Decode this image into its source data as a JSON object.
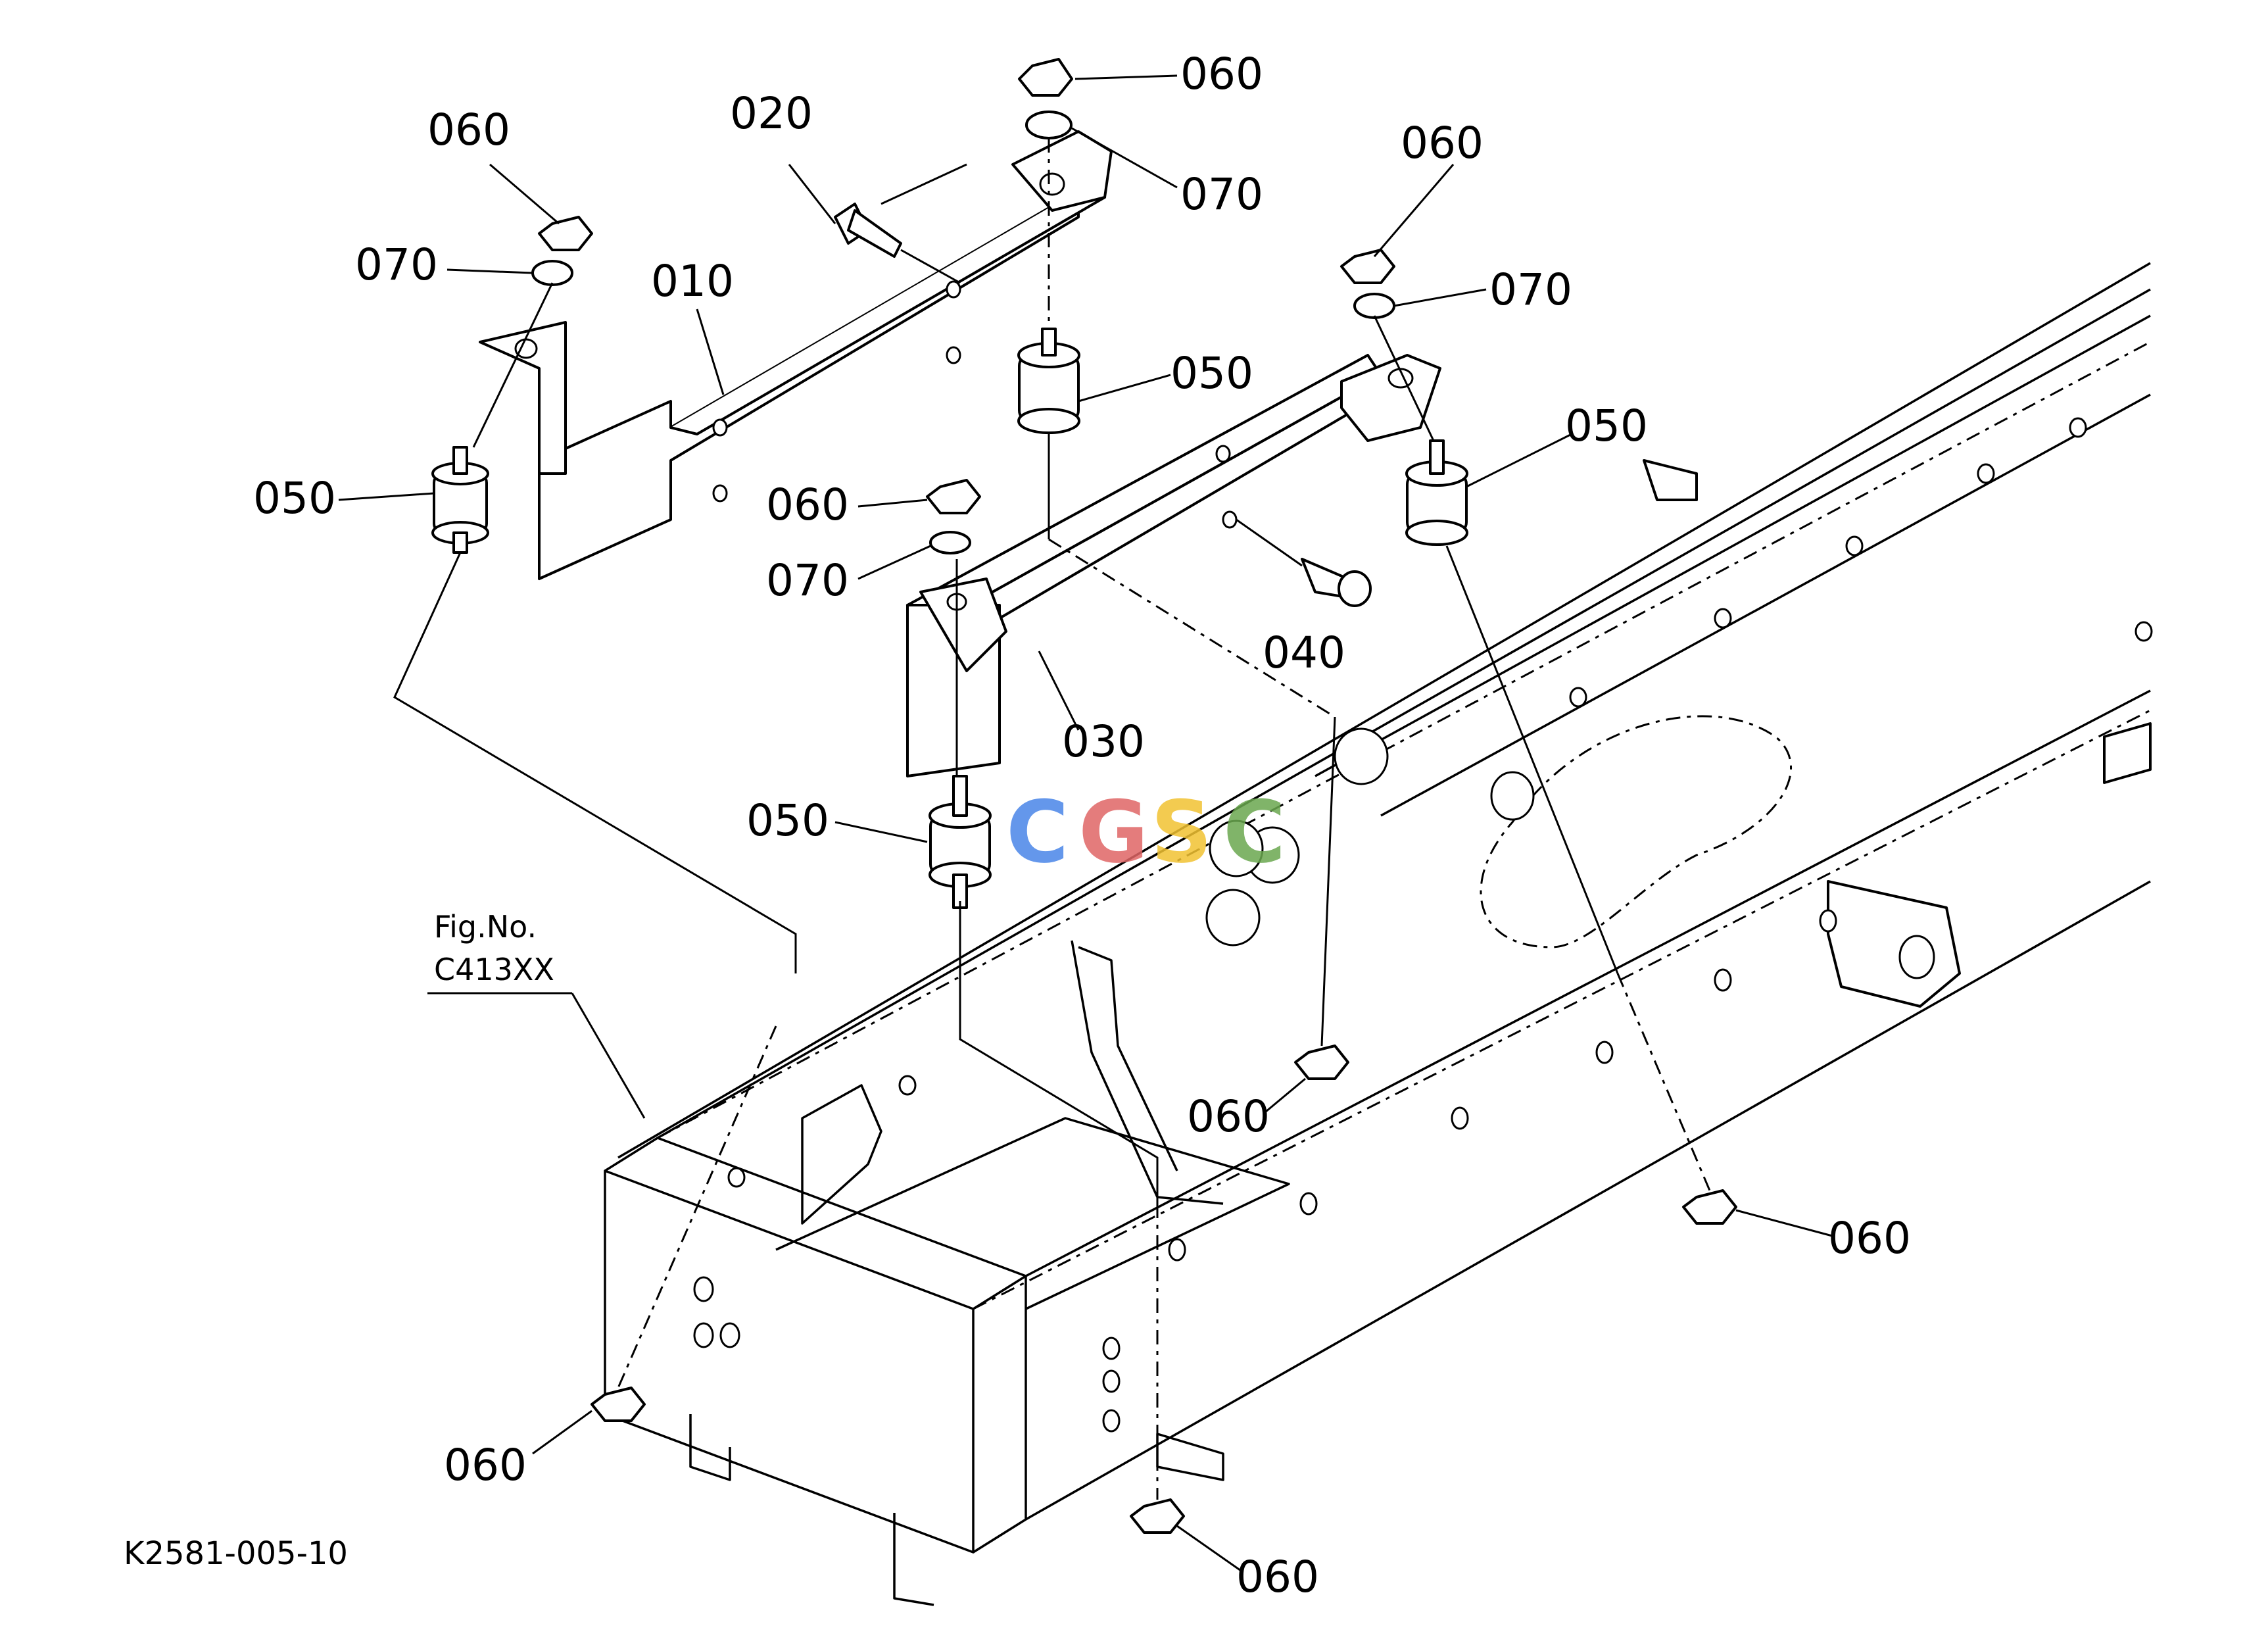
{
  "drawing_code": "K2581-005-10",
  "figure_ref": {
    "line1": "Fig.No.",
    "line2": "C413XX"
  },
  "watermark": {
    "letters": [
      "C",
      "G",
      "S",
      "C"
    ],
    "colors": [
      "#4a86e8",
      "#e06666",
      "#f1c232",
      "#6aa84f"
    ]
  },
  "callouts": {
    "c010": "010",
    "c020": "020",
    "c030": "030",
    "c040": "040",
    "c050_a": "050",
    "c050_b": "050",
    "c050_c": "050",
    "c050_d": "050",
    "c060_a": "060",
    "c060_b": "060",
    "c060_c": "060",
    "c060_d": "060",
    "c060_e": "060",
    "c060_f": "060",
    "c060_g": "060",
    "c060_h": "060",
    "c070_a": "070",
    "c070_b": "070",
    "c070_c": "070",
    "c070_d": "070"
  }
}
